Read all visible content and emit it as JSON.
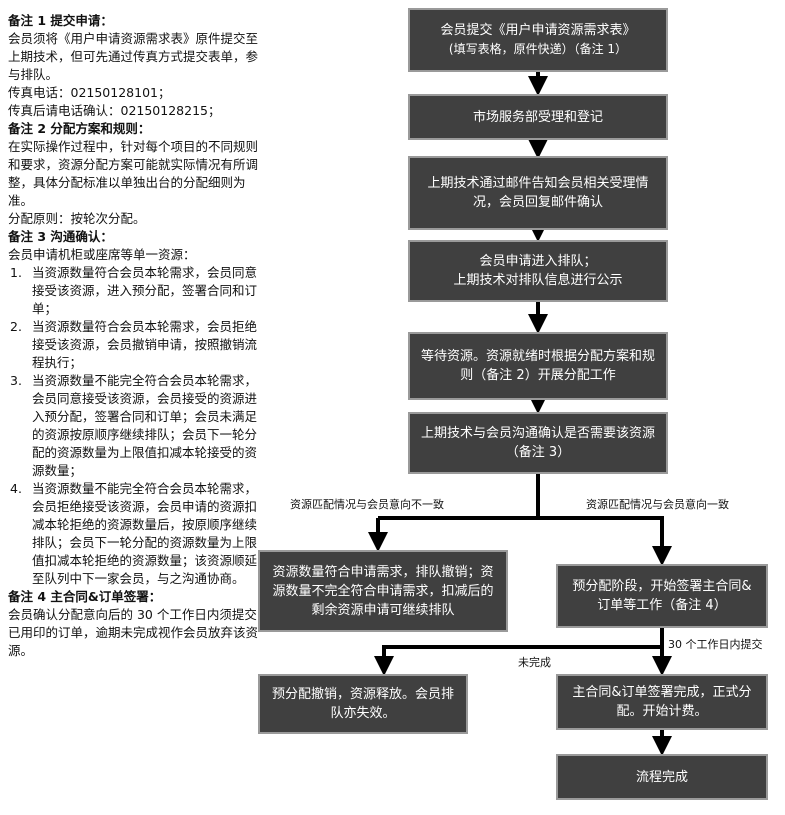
{
  "notes": {
    "note1": {
      "title": "备注 1 提交申请：",
      "lines": [
        "会员须将《用户申请资源需求表》原件提交至上期技术，但可先通过传真方式提交表单，参与排队。",
        "传真电话：02150128101；",
        "传真后请电话确认：02150128215；"
      ]
    },
    "note2": {
      "title": "备注 2 分配方案和规则：",
      "lines": [
        "在实际操作过程中，针对每个项目的不同规则和要求，资源分配方案可能就实际情况有所调整，具体分配标准以单独出台的分配细则为准。",
        "分配原则：按轮次分配。"
      ]
    },
    "note3": {
      "title": "备注 3 沟通确认：",
      "intro": "会员申请机柜或座席等单一资源：",
      "items": [
        {
          "num": "1.",
          "text": "当资源数量符合会员本轮需求，会员同意接受该资源，进入预分配，签署合同和订单；"
        },
        {
          "num": "2.",
          "text": "当资源数量符合会员本轮需求，会员拒绝接受该资源，会员撤销申请，按照撤销流程执行；"
        },
        {
          "num": "3.",
          "text": "当资源数量不能完全符合会员本轮需求，会员同意接受该资源，会员接受的资源进入预分配，签署合同和订单；会员未满足的资源按原顺序继续排队；会员下一轮分配的资源数量为上限值扣减本轮接受的资源数量；"
        },
        {
          "num": "4.",
          "text": "当资源数量不能完全符合会员本轮需求，会员拒绝接受该资源，会员申请的资源扣减本轮拒绝的资源数量后，按原顺序继续排队；会员下一轮分配的资源数量为上限值扣减本轮拒绝的资源数量；该资源顺延至队列中下一家会员，与之沟通协商。"
        }
      ]
    },
    "note4": {
      "title": "备注 4 主合同&订单签署：",
      "lines": [
        "会员确认分配意向后的 30 个工作日内须提交已用印的订单，逾期未完成视作会员放弃该资源。"
      ]
    }
  },
  "flow": {
    "step1": {
      "line1": "会员提交《用户申请资源需求表》",
      "line2": "(填写表格，原件快递）（备注 1）"
    },
    "step2": "市场服务部受理和登记",
    "step3": "上期技术通过邮件告知会员相关受理情况，会员回复邮件确认",
    "step4": {
      "line1": "会员申请进入排队；",
      "line2": "上期技术对排队信息进行公示"
    },
    "step5": "等待资源。资源就绪时根据分配方案和规则（备注 2）开展分配工作",
    "step6": "上期技术与会员沟通确认是否需要该资源（备注 3）",
    "step7_left": "资源数量符合申请需求，排队撤销；资源数量不完全符合申请需求，扣减后的剩余资源申请可继续排队",
    "step7_right": "预分配阶段，开始签署主合同&订单等工作（备注 4）",
    "step8_left": "预分配撤销，资源释放。会员排队亦失效。",
    "step8_right": "主合同&订单签署完成，正式分配。开始计费。",
    "step9": "流程完成"
  },
  "labels": {
    "mismatch": "资源匹配情况与会员意向不一致",
    "match": "资源匹配情况与会员意向一致",
    "within30": "30 个工作日内提交",
    "incomplete": "未完成"
  }
}
